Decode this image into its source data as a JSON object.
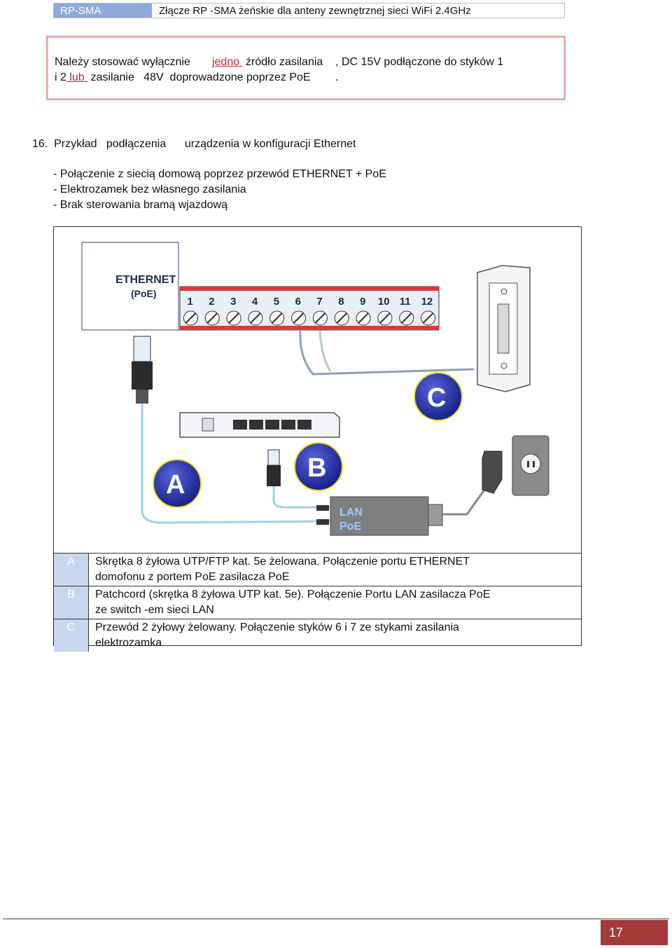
{
  "header": {
    "label": "RP-SMA",
    "description": "Złącze RP   -SMA żeńskie dla anteny zewnętrznej sieci WiFi 2.4GHz"
  },
  "warning": {
    "l1_a": "Należy stosować wyłącznie       ",
    "l1_red": "jedno ",
    "l1_b": " źródło zasilania    , DC 15V podłączone do styków 1",
    "l2_a": "i 2",
    "l2_red": " lub ",
    "l2_b": " zasilanie   48V  doprowadzone poprzez PoE        ."
  },
  "section": {
    "title": "16.  Przykład   podłączenia      urządzenia w konfiguracji Ethernet",
    "bullets": [
      "- Połączenie z siecią domową poprzez przewód ETHERNET + PoE",
      "- Elektrozamek bez własnego zasilania",
      "- Brak sterowania bramą wjazdową"
    ]
  },
  "diagram": {
    "ethernet_label": "ETHERNET",
    "poe_label": "(PoE)",
    "terminals": [
      "1",
      "2",
      "3",
      "4",
      "5",
      "6",
      "7",
      "8",
      "9",
      "10",
      "11",
      "12"
    ],
    "markers": [
      "A",
      "B",
      "C"
    ],
    "injector_lan": "LAN",
    "injector_poe": "PoE"
  },
  "legend": [
    {
      "key": "A",
      "line1": "Skrętka 8 żyłowa UTP/FTP kat. 5e żelowana. Połączenie portu ETHERNET",
      "line2": "domofonu  z portem PoE zasilacza PoE"
    },
    {
      "key": "B",
      "line1": "Patchcord  (skrętka 8 żyłowa UTP kat. 5e). Połączenie Portu LAN zasilacza PoE",
      "line2": "ze switch  -em sieci LAN"
    },
    {
      "key": "C",
      "line1": "Przewód 2 żyłowy żelowany. Połączenie styków 6 i 7 ze stykami zasilania",
      "line2": "elektrozamka"
    }
  ],
  "footer": {
    "page_number": "17"
  },
  "colors": {
    "header_label_bg": "#8ea9db",
    "warning_border": "#e8a0a0",
    "warning_red": "#c0262c",
    "legend_key_bg": "#c9d7ee",
    "page_num_bg": "#a33a38"
  }
}
